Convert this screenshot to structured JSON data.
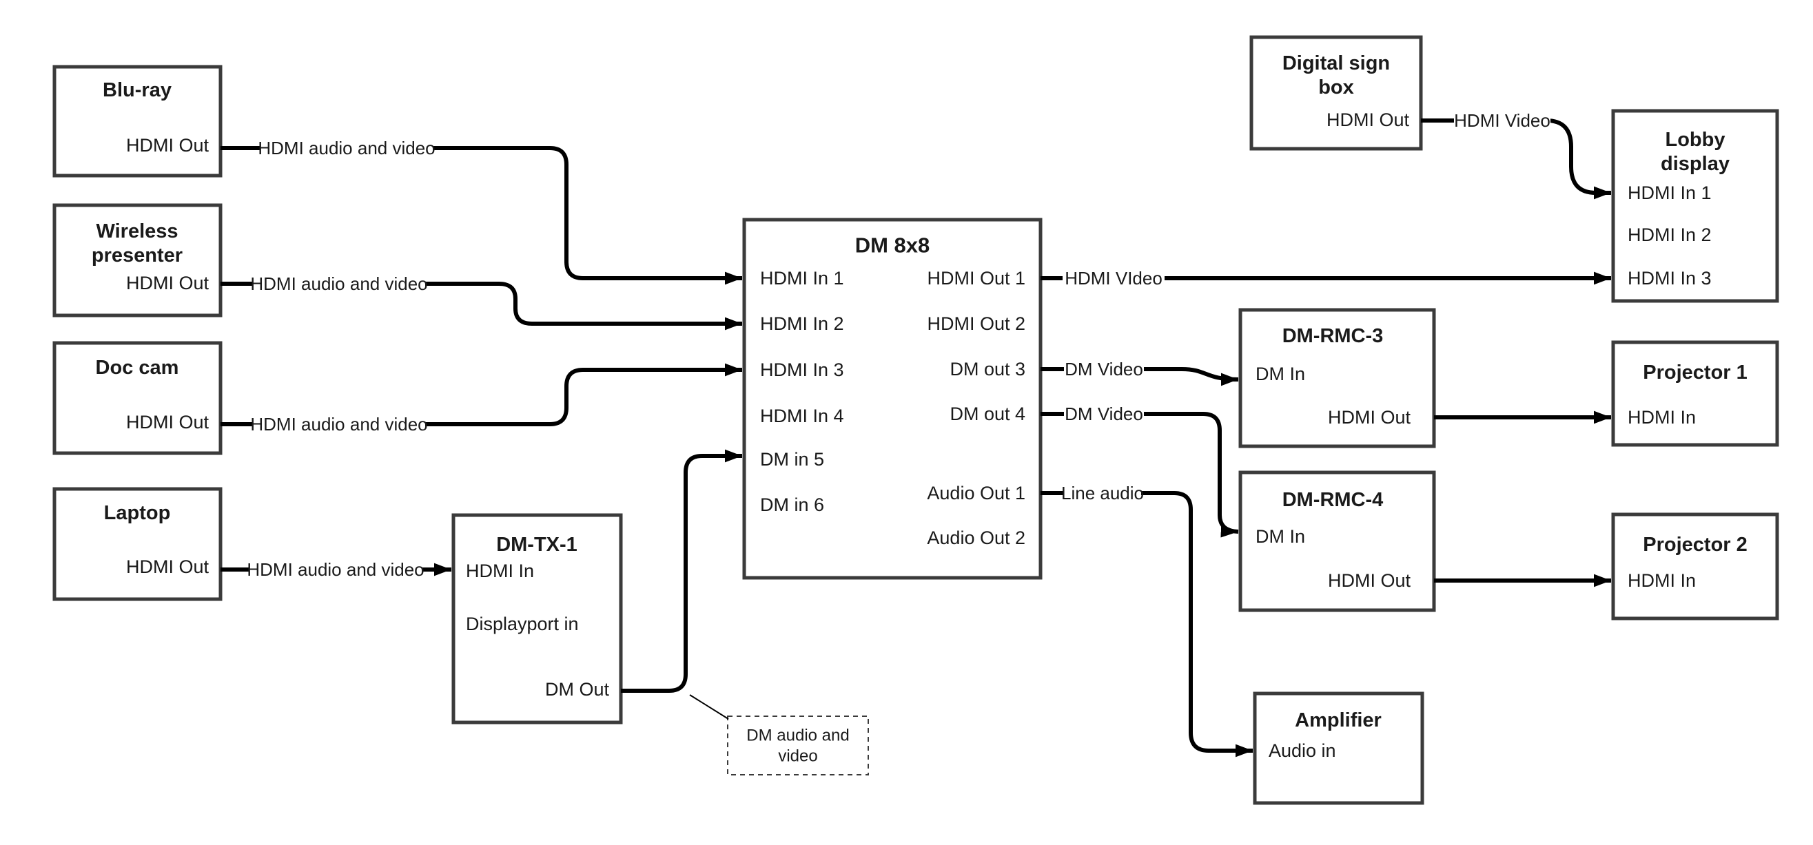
{
  "nodes": {
    "bluray": {
      "title": "Blu-ray",
      "port_out": "HDMI Out"
    },
    "wireless": {
      "title_line1": "Wireless",
      "title_line2": "presenter",
      "port_out": "HDMI Out"
    },
    "doccam": {
      "title": "Doc cam",
      "port_out": "HDMI Out"
    },
    "laptop": {
      "title": "Laptop",
      "port_out": "HDMI Out"
    },
    "dmtx1": {
      "title": "DM-TX-1",
      "port_in1": "HDMI In",
      "port_in2": "Displayport in",
      "port_out": "DM Out"
    },
    "dm8x8": {
      "title": "DM 8x8",
      "inputs": [
        "HDMI In 1",
        "HDMI In 2",
        "HDMI In 3",
        "HDMI In 4",
        "DM in 5",
        "DM in 6"
      ],
      "outputs": [
        "HDMI Out 1",
        "HDMI Out 2",
        "DM out 3",
        "DM out 4",
        "Audio Out 1",
        "Audio Out 2"
      ]
    },
    "digital_sign_box": {
      "title_line1": "Digital sign",
      "title_line2": "box",
      "port_out": "HDMI Out"
    },
    "lobby_display": {
      "title_line1": "Lobby",
      "title_line2": "display",
      "inputs": [
        "HDMI In 1",
        "HDMI In 2",
        "HDMI In 3"
      ]
    },
    "dm_rmc_3": {
      "title": "DM-RMC-3",
      "port_in": "DM In",
      "port_out": "HDMI Out"
    },
    "dm_rmc_4": {
      "title": "DM-RMC-4",
      "port_in": "DM In",
      "port_out": "HDMI Out"
    },
    "projector1": {
      "title": "Projector 1",
      "port_in": "HDMI In"
    },
    "projector2": {
      "title": "Projector 2",
      "port_in": "HDMI In"
    },
    "amplifier": {
      "title": "Amplifier",
      "port_in": "Audio in"
    },
    "note": {
      "line1": "DM audio and",
      "line2": "video"
    }
  },
  "edge_labels": {
    "bluray_to_dm8x8": "HDMI audio and video",
    "wireless_to_dm8x8": "HDMI audio and video",
    "doccam_to_dm8x8": "HDMI audio and video",
    "laptop_to_dmtx1": "HDMI audio and video",
    "hdmi_out1": "HDMI VIdeo",
    "dm_out3": "DM Video",
    "dm_out4": "DM Video",
    "audio_out1": "Line audio",
    "digisign_to_lobby": "HDMI Video"
  },
  "colors": {
    "box_border": "#3b3b3b",
    "connector": "#000000",
    "text": "#1a1a1a",
    "background": "#ffffff"
  }
}
